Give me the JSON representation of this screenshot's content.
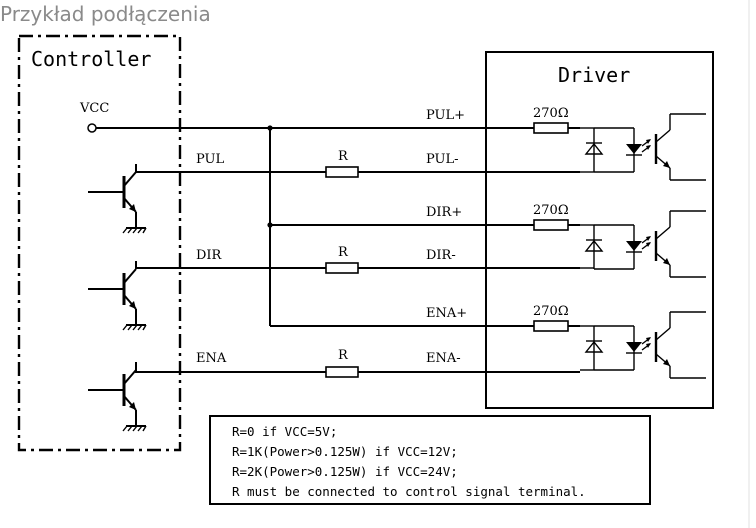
{
  "heading": "Przykład podłączenia",
  "controller": {
    "title": "Controller",
    "vcc": "VCC",
    "pul": "PUL",
    "dir": "DIR",
    "ena": "ENA"
  },
  "driver": {
    "title": "Driver",
    "terminals": [
      "PUL+",
      "PUL-",
      "DIR+",
      "DIR-",
      "ENA+",
      "ENA-"
    ],
    "resistor_value": "270Ω"
  },
  "series_resistor": "R",
  "notes": [
    "R=0 if VCC=5V;",
    "R=1K(Power>0.125W) if VCC=12V;",
    "R=2K(Power>0.125W) if VCC=24V;",
    "R must be connected to control signal terminal."
  ]
}
